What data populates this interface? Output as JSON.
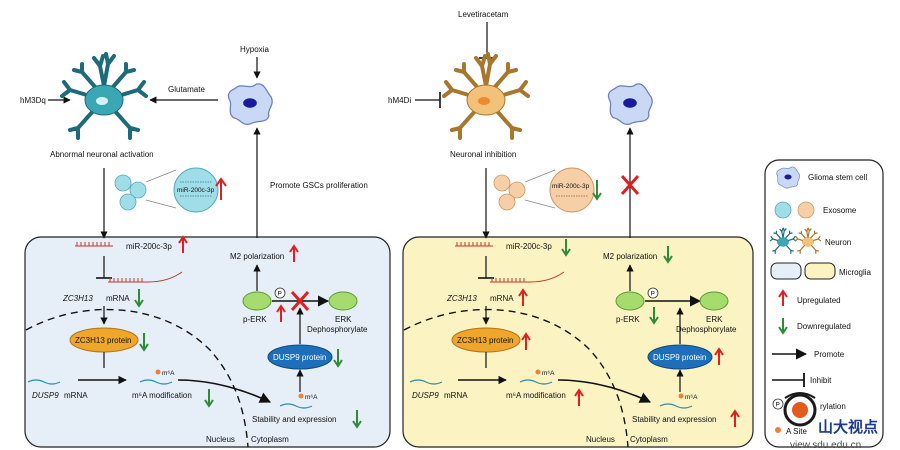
{
  "colors": {
    "left_panel": "#e6eef8",
    "right_panel": "#fbf3c2",
    "microglia_cell": "#c9d8f5",
    "gsc_nucleus": "#1a1a9a",
    "neuron_activated": "#3aa7b5",
    "neuron_inhibited": "#f2c27a",
    "exosome_blue": "#9fdde8",
    "exosome_orange": "#f7cfa6",
    "perk_green": "#a6dc6e",
    "protein_orange": "#f0a62a",
    "dusp9_blue": "#1c6fb8",
    "up_arrow": "#e02020",
    "down_arrow": "#2e8b3a",
    "block_x": "#e02020"
  },
  "left": {
    "hm3dq": "hM3Dq",
    "glutamate": "Glutamate",
    "hypoxia": "Hypoxia",
    "neuron_label": "Abnormal neuronal activation",
    "exosome_mirna": "miR-200c-3p",
    "promote_gsc": "Promote GSCs proliferation",
    "mirna_label": "miR-200c-3p",
    "zc3h13_mrna": "ZC3H13",
    "mrna_suffix": "mRNA",
    "zc3h13_protein": "ZC3H13 protein",
    "dusp9_mrna": "DUSP9",
    "m6a_mod": "m⁶A modification",
    "m6a_mark": "m⁶A",
    "m6a_mark2": "m⁶A",
    "m2": "M2 polarization",
    "perk": "p-ERK",
    "p_mark": "P",
    "erk": "ERK",
    "dephos": "Dephosphorylate",
    "dusp9_protein": "DUSP9 protein",
    "stability": "Stability and expression",
    "nucleus": "Nucleus",
    "cytoplasm": "Cytoplasm"
  },
  "right": {
    "levetiracetam": "Levetiracetam",
    "hm4di": "hM4Di",
    "neuron_label": "Neuronal inhibition",
    "exosome_mirna": "miR-200c-3p",
    "mirna_label": "miR-200c-3p",
    "zc3h13_mrna": "ZC3H13",
    "mrna_suffix": "mRNA",
    "zc3h13_protein": "ZC3H13 protein",
    "dusp9_mrna": "DUSP9",
    "m6a_mod": "m⁶A modification",
    "m6a_mark": "m⁶A",
    "m2": "M2 polarization",
    "perk": "p-ERK",
    "p_mark": "P",
    "erk": "ERK",
    "dephos": "Dephosphorylate",
    "dusp9_protein": "DUSP9 protein",
    "stability": "Stability and expression",
    "nucleus": "Nucleus",
    "cytoplasm": "Cytoplasm"
  },
  "legend": {
    "items": [
      {
        "label": "Glioma stem cell",
        "icon": "glioma-stem-cell-icon"
      },
      {
        "label": "Exosome",
        "icon": "exosome-icon"
      },
      {
        "label": "Neuron",
        "icon": "neuron-icon"
      },
      {
        "label": "Microglia",
        "icon": "microglia-icon"
      },
      {
        "label": "Upregulated",
        "icon": "up-arrow-icon"
      },
      {
        "label": "Downregulated",
        "icon": "down-arrow-icon"
      },
      {
        "label": "Promote",
        "icon": "promote-arrow-icon"
      },
      {
        "label": "Inhibit",
        "icon": "inhibit-icon"
      },
      {
        "label": "rylation",
        "icon": "phosphorylation-icon"
      },
      {
        "label": "A Site",
        "icon": "m6a-site-icon"
      }
    ]
  },
  "watermark": {
    "cn": "山大视点",
    "url": "view.sdu.edu.cn"
  }
}
